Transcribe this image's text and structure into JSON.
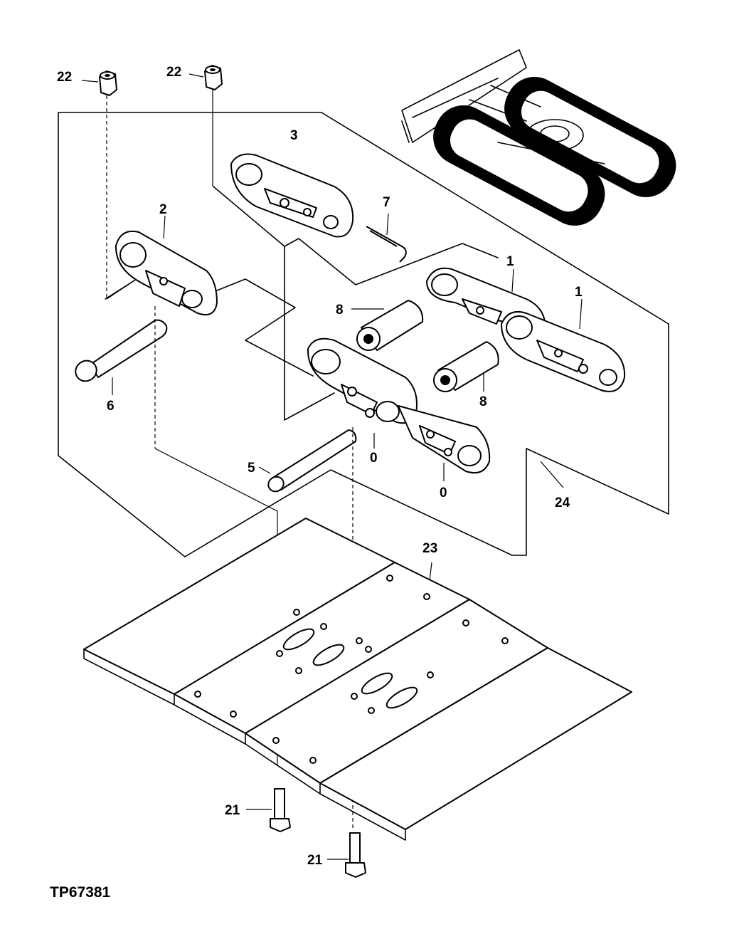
{
  "figure_id": "TP67381",
  "callouts": {
    "c22a": "22",
    "c22b": "22",
    "c3": "3",
    "c7": "7",
    "c2": "2",
    "c1a": "1",
    "c1b": "1",
    "c8a": "8",
    "c8b": "8",
    "c6": "6",
    "c0a": "0",
    "c0b": "0",
    "c5": "5",
    "c24": "24",
    "c23": "23",
    "c21a": "21",
    "c21b": "21"
  }
}
